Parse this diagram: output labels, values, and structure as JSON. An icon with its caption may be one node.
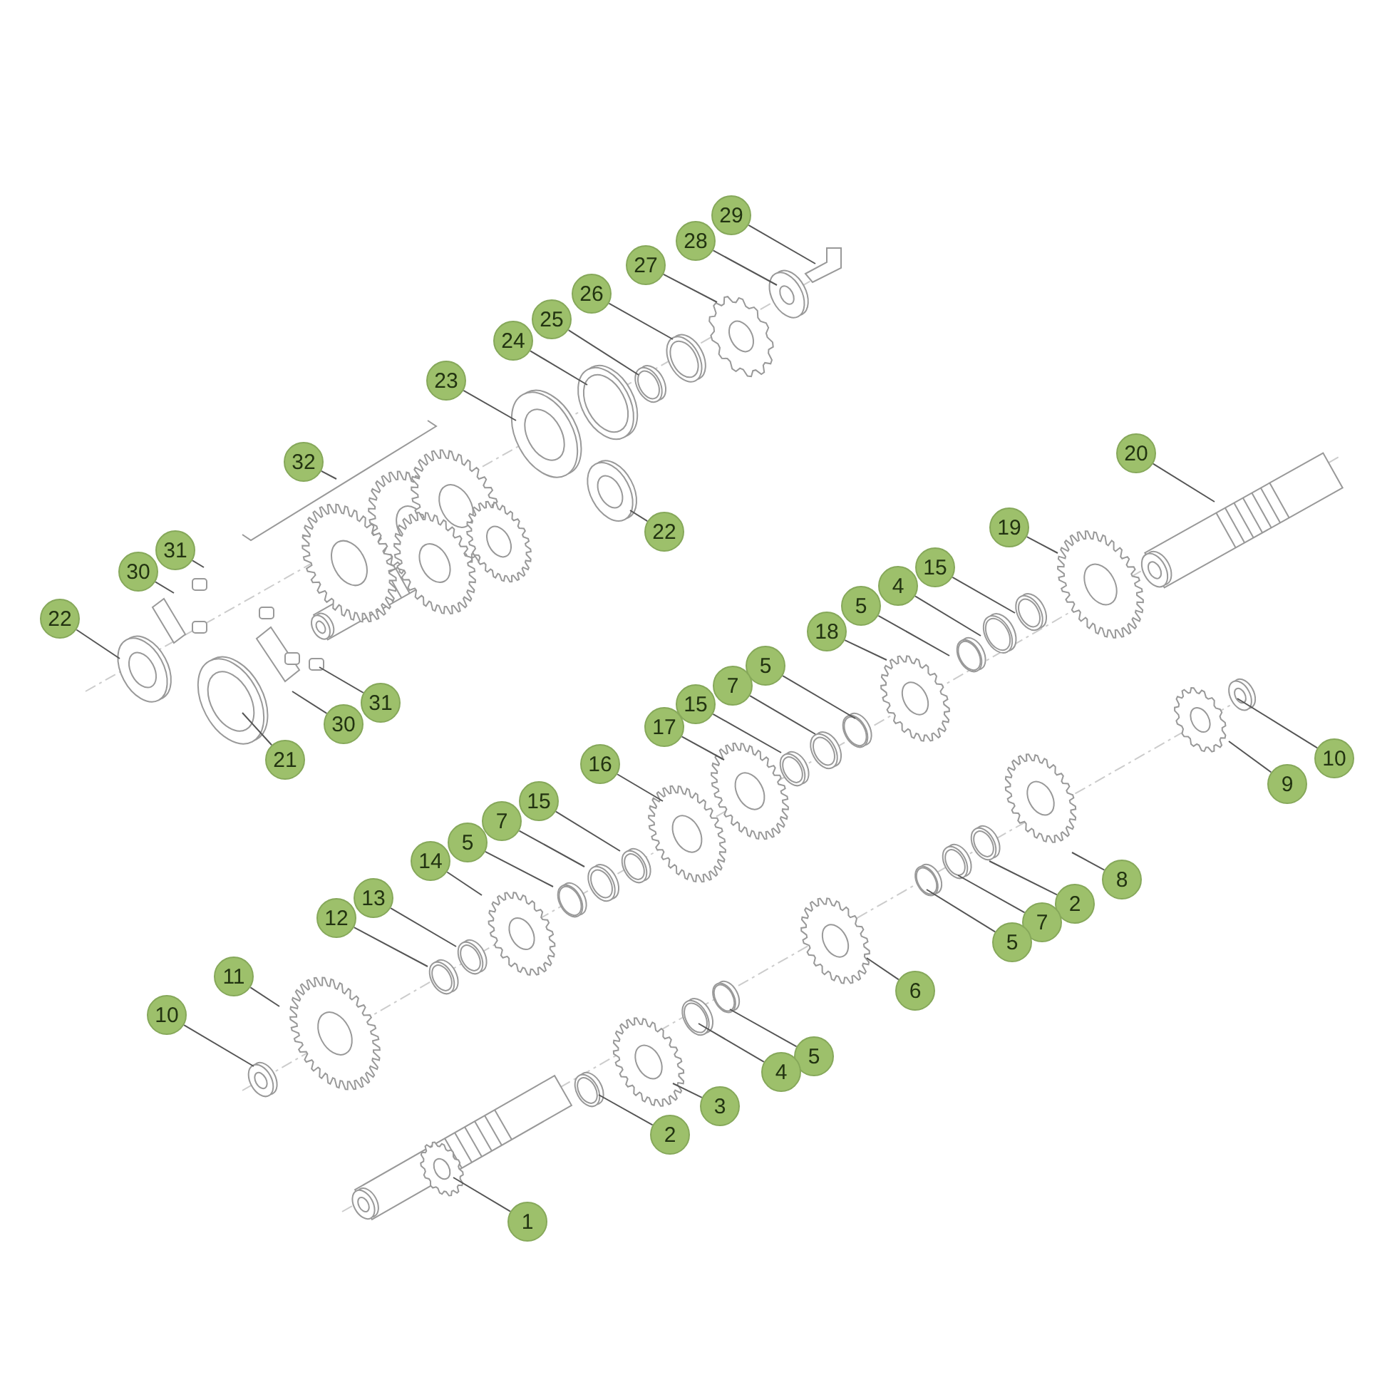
{
  "diagram": {
    "nodes": [
      {
        "text": [
          "29"
        ]
      },
      {
        "text": [
          "28"
        ]
      },
      {
        "text": [
          "27"
        ]
      },
      {
        "text": [
          "26"
        ]
      },
      {
        "text": [
          "25"
        ]
      },
      {
        "text": [
          "24"
        ]
      },
      {
        "text": [
          "23"
        ]
      },
      {
        "text": [
          "32"
        ]
      },
      {
        "text": [
          "20"
        ]
      },
      {
        "text": [
          "22"
        ]
      },
      {
        "text": [
          "31"
        ]
      },
      {
        "text": [
          "19"
        ]
      },
      {
        "text": [
          "30"
        ]
      },
      {
        "text": [
          "15"
        ]
      },
      {
        "text": [
          "22"
        ]
      },
      {
        "text": [
          "4"
        ]
      },
      {
        "text": [
          "5"
        ]
      },
      {
        "text": [
          "18"
        ]
      },
      {
        "text": [
          "5"
        ]
      },
      {
        "text": [
          "7"
        ]
      },
      {
        "text": [
          "31"
        ]
      },
      {
        "text": [
          "15"
        ]
      },
      {
        "text": [
          "30"
        ]
      },
      {
        "text": [
          "17"
        ]
      },
      {
        "text": [
          "10"
        ]
      },
      {
        "text": [
          "21"
        ]
      },
      {
        "text": [
          "16"
        ]
      },
      {
        "text": [
          "9"
        ]
      },
      {
        "text": [
          "15"
        ]
      },
      {
        "text": [
          "7"
        ]
      },
      {
        "text": [
          "5"
        ]
      },
      {
        "text": [
          "14"
        ]
      },
      {
        "text": [
          "8"
        ]
      },
      {
        "text": [
          "13"
        ]
      },
      {
        "text": [
          "12"
        ]
      },
      {
        "text": [
          "2"
        ]
      },
      {
        "text": [
          "7"
        ]
      },
      {
        "text": [
          "5"
        ]
      },
      {
        "text": [
          "11"
        ]
      },
      {
        "text": [
          "6"
        ]
      },
      {
        "text": [
          "10"
        ]
      },
      {
        "text": [
          "5"
        ]
      },
      {
        "text": [
          "4"
        ]
      },
      {
        "text": [
          "3"
        ]
      },
      {
        "text": [
          "2"
        ]
      },
      {
        "text": [
          "1"
        ]
      }
    ],
    "edges": [
      {
        "from": 0,
        "to": null,
        "arrow": "none"
      },
      {
        "from": 1,
        "to": null,
        "arrow": "none"
      },
      {
        "from": 2,
        "to": null,
        "arrow": "none"
      },
      {
        "from": 3,
        "to": null,
        "arrow": "none"
      },
      {
        "from": 4,
        "to": null,
        "arrow": "none"
      },
      {
        "from": 5,
        "to": null,
        "arrow": "none"
      },
      {
        "from": 6,
        "to": null,
        "arrow": "none"
      },
      {
        "from": 7,
        "to": null,
        "arrow": "none"
      },
      {
        "from": 8,
        "to": null,
        "arrow": "none"
      },
      {
        "from": 9,
        "to": null,
        "arrow": "none"
      },
      {
        "from": 10,
        "to": null,
        "arrow": "none"
      },
      {
        "from": 11,
        "to": null,
        "arrow": "none"
      },
      {
        "from": 12,
        "to": null,
        "arrow": "none"
      },
      {
        "from": 13,
        "to": null,
        "arrow": "none"
      },
      {
        "from": 14,
        "to": null,
        "arrow": "none"
      },
      {
        "from": 15,
        "to": null,
        "arrow": "none"
      },
      {
        "from": 16,
        "to": null,
        "arrow": "none"
      },
      {
        "from": 17,
        "to": null,
        "arrow": "none"
      },
      {
        "from": 18,
        "to": null,
        "arrow": "none"
      },
      {
        "from": 19,
        "to": null,
        "arrow": "none"
      },
      {
        "from": 20,
        "to": null,
        "arrow": "none"
      },
      {
        "from": 21,
        "to": null,
        "arrow": "none"
      },
      {
        "from": 22,
        "to": null,
        "arrow": "none"
      },
      {
        "from": 23,
        "to": null,
        "arrow": "none"
      },
      {
        "from": 24,
        "to": null,
        "arrow": "none"
      },
      {
        "from": 25,
        "to": null,
        "arrow": "none"
      },
      {
        "from": 26,
        "to": null,
        "arrow": "none"
      },
      {
        "from": 27,
        "to": null,
        "arrow": "none"
      },
      {
        "from": 28,
        "to": null,
        "arrow": "none"
      },
      {
        "from": 29,
        "to": null,
        "arrow": "none"
      },
      {
        "from": 30,
        "to": null,
        "arrow": "none"
      },
      {
        "from": 31,
        "to": null,
        "arrow": "none"
      },
      {
        "from": 32,
        "to": null,
        "arrow": "none"
      },
      {
        "from": 33,
        "to": null,
        "arrow": "none"
      },
      {
        "from": 34,
        "to": null,
        "arrow": "none"
      },
      {
        "from": 35,
        "to": null,
        "arrow": "none"
      },
      {
        "from": 36,
        "to": null,
        "arrow": "none"
      },
      {
        "from": 37,
        "to": null,
        "arrow": "none"
      },
      {
        "from": 38,
        "to": null,
        "arrow": "none"
      },
      {
        "from": 39,
        "to": null,
        "arrow": "none"
      },
      {
        "from": 40,
        "to": null,
        "arrow": "none"
      },
      {
        "from": 41,
        "to": null,
        "arrow": "none"
      },
      {
        "from": 42,
        "to": null,
        "arrow": "none"
      },
      {
        "from": 43,
        "to": null,
        "arrow": "none"
      },
      {
        "from": 44,
        "to": null,
        "arrow": "none"
      },
      {
        "from": 45,
        "to": null,
        "arrow": "none"
      }
    ]
  }
}
